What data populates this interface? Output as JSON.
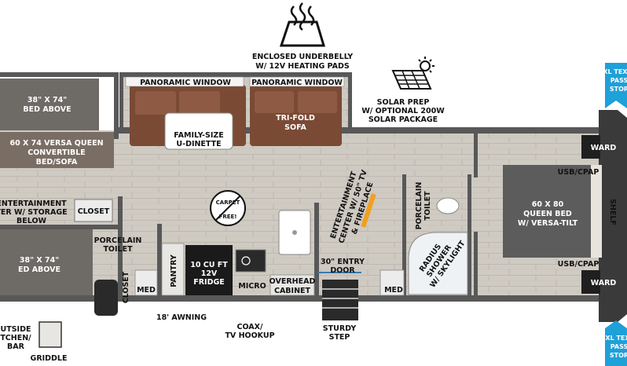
{
  "labels": {
    "underbelly_1": "ENCLOSED UNDERBELLY",
    "underbelly_2": "W/ 12V HEATING PADS",
    "solar_1": "SOLAR PREP",
    "solar_2": "W/ OPTIONAL 200W",
    "solar_3": "SOLAR PACKAGE",
    "pano_window_left": "PANORAMIC WINDOW",
    "pano_window_right": "PANORAMIC WINDOW",
    "dinette_1": "FAMILY-SIZE",
    "dinette_2": "U-DINETTE",
    "sofa_1": "TRI-FOLD",
    "sofa_2": "SOFA",
    "bed_above_top_1": "38\" X 74\"",
    "bed_above_top_2": "BED ABOVE",
    "versa_1": "60 X 74 VERSA QUEEN",
    "versa_2": "CONVERTIBLE",
    "versa_3": "BED/SOFA",
    "ent_storage_1": "ENTERTAINMENT",
    "ent_storage_2": "TER W/ STORAGE",
    "ent_storage_3": "BELOW",
    "closet_left": "CLOSET",
    "bed_above_bottom_1": "38\" X 74\"",
    "bed_above_bottom_2": "ED ABOVE",
    "porcelain_toilet_left_1": "PORCELAIN",
    "porcelain_toilet_left_2": "TOILET",
    "closet_vertical": "CLOSET",
    "med_left": "MED",
    "pantry": "PANTRY",
    "fridge_1": "10 CU FT",
    "fridge_2": "12V",
    "fridge_3": "FRIDGE",
    "micro": "MICRO",
    "overhead_1": "OVERHEAD",
    "overhead_2": "CABINET",
    "carpet_free_1": "CARPET",
    "carpet_free_2": "FREE!",
    "ent_center_1": "ENTERTAINMENT",
    "ent_center_2": "CENTER W/ 50\" TV",
    "ent_center_3": "& FIREPLACE",
    "entry_door_1": "30\" ENTRY",
    "entry_door_2": "DOOR",
    "porcelain_toilet_right_1": "PORCELAIN",
    "porcelain_toilet_right_2": "TOILET",
    "shower_1": "RADIUS",
    "shower_2": "SHOWER",
    "shower_3": "W/ SKYLIGHT",
    "med_right": "MED",
    "ward_top": "WARD",
    "ward_bottom": "WARD",
    "usb_top": "USB/CPAP",
    "usb_bottom": "USB/CPAP",
    "queen_1": "60 X 80",
    "queen_2": "QUEEN BED",
    "queen_3": "W/ VERSA-TILT",
    "shelf": "SHELF",
    "xl_top_1": "XL TEXA",
    "xl_top_2": "PASS",
    "xl_top_3": "STOR",
    "xl_bottom_1": "XL TEX",
    "xl_bottom_2": "PASS",
    "xl_bottom_3": "STOR",
    "awning": "18' AWNING",
    "coax_1": "COAX/",
    "coax_2": "TV HOOKUP",
    "step_1": "STURDY",
    "step_2": "STEP",
    "outside_1": "UTSIDE",
    "outside_2": "TCHEN/",
    "outside_3": "BAR",
    "griddle": "GRIDDLE"
  },
  "colors": {
    "wall": "#585858",
    "floor": "#cfcac2",
    "sofa": "#7a4a35",
    "bed_dark": "#5c5c5c",
    "bed_slide": "#6e6a66",
    "blue_badge": "#1ea0d8",
    "accent_orange": "#f0a020"
  },
  "icons": [
    "heat-icon",
    "solar-panel-icon",
    "sun-icon",
    "carpet-free-icon"
  ]
}
